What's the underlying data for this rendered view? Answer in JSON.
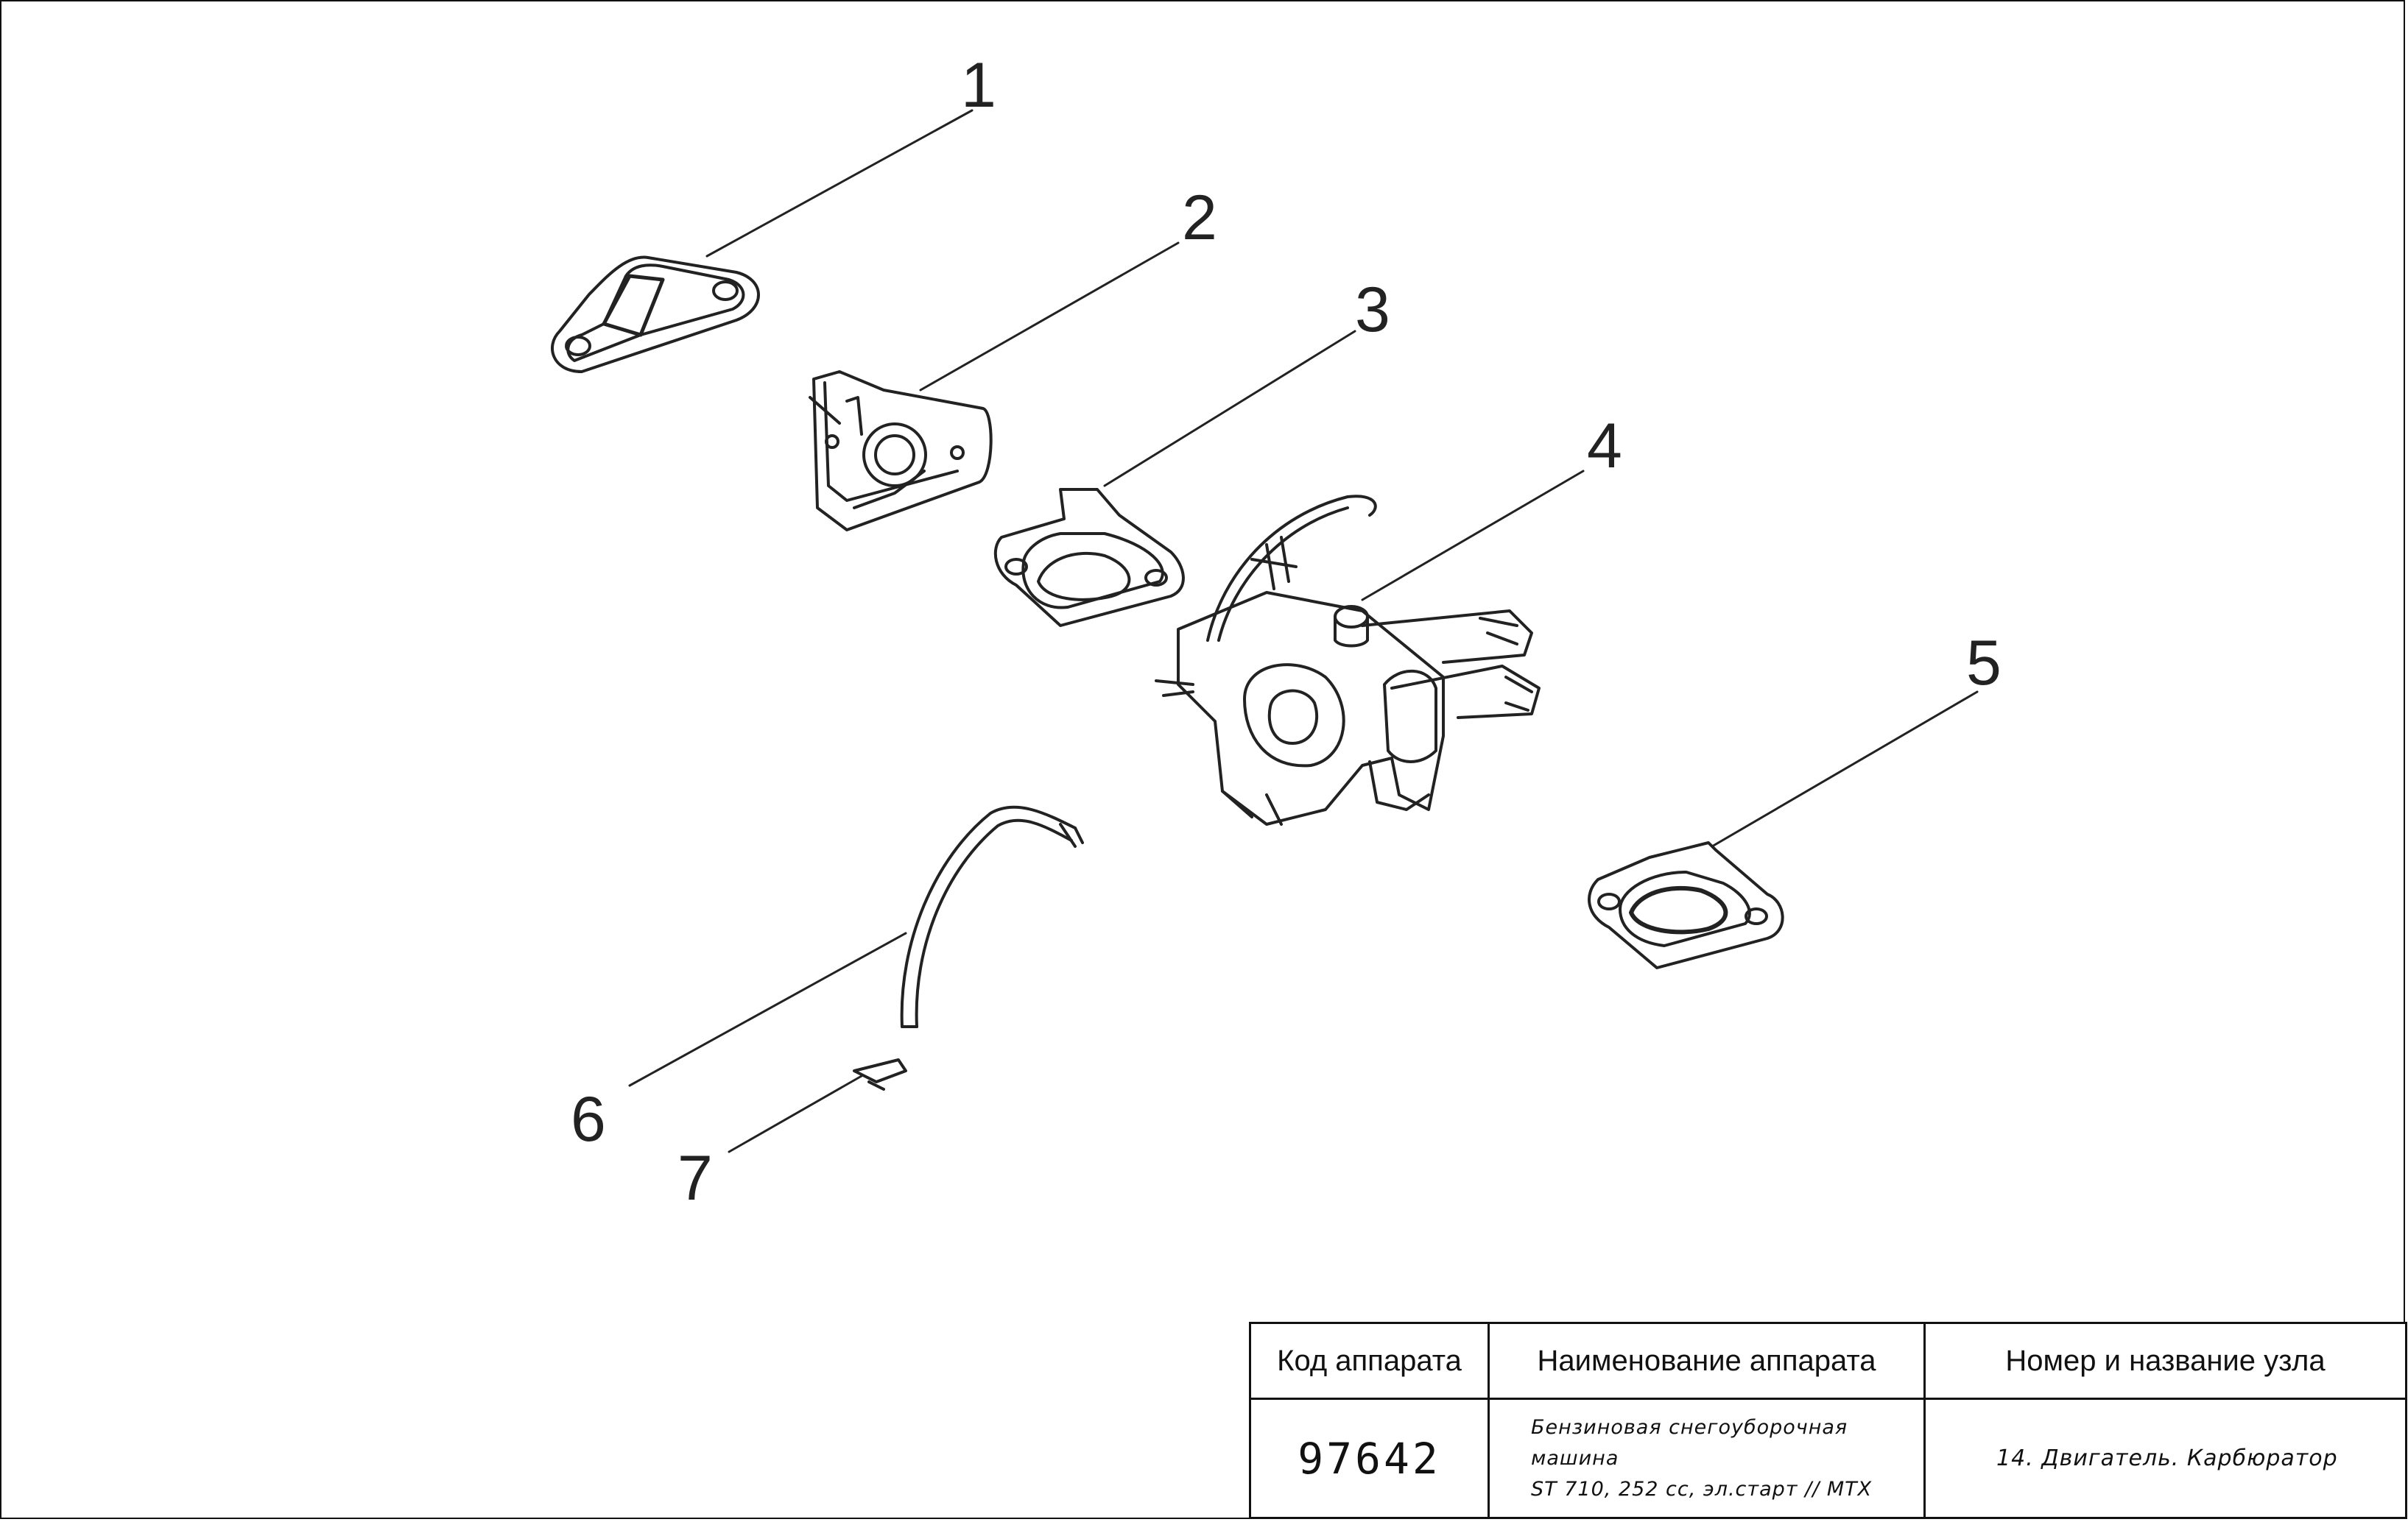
{
  "diagram": {
    "callouts": [
      "1",
      "2",
      "3",
      "4",
      "5",
      "6",
      "7"
    ],
    "line_color": "#222222"
  },
  "titleblock": {
    "headers": {
      "code": "Код аппарата",
      "name": "Наименование аппарата",
      "node": "Номер и название узла"
    },
    "values": {
      "code": "97642",
      "name_line1": "Бензиновая снегоуборочная машина",
      "name_line2": "ST 710, 252 cc, эл.старт // MTX",
      "node": "14. Двигатель. Карбюратор"
    }
  }
}
